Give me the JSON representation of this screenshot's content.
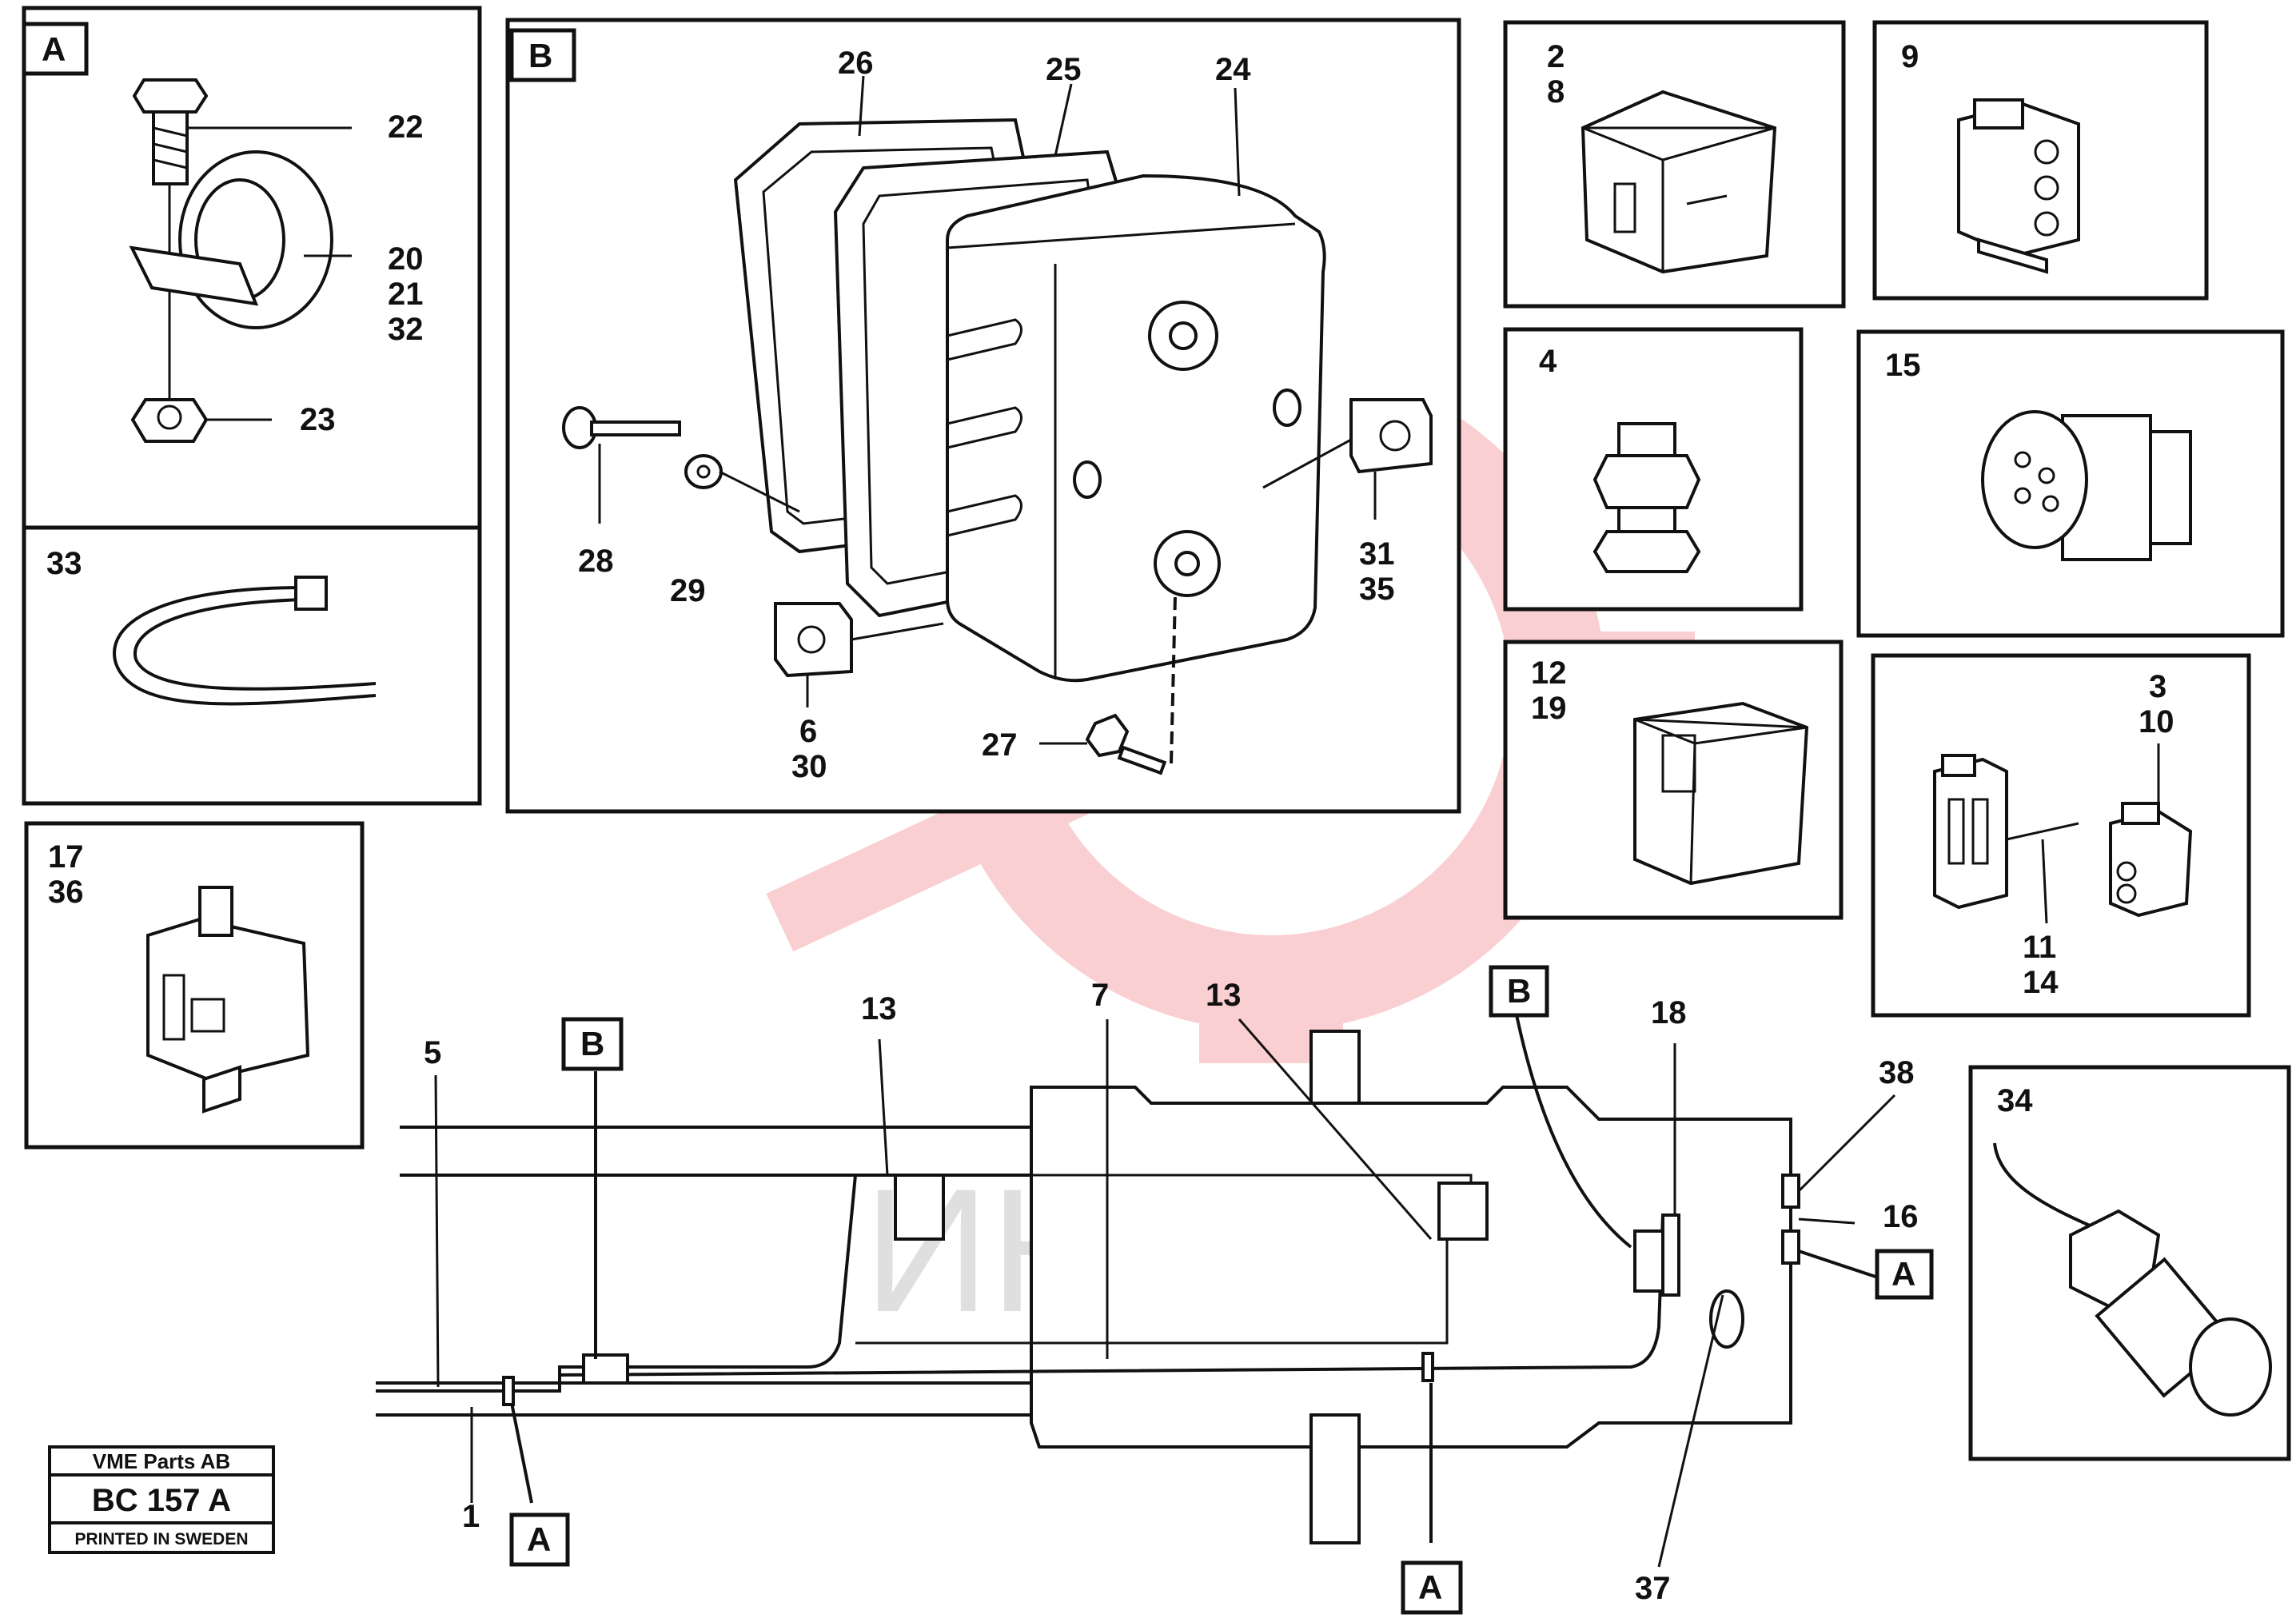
{
  "watermark": {
    "text": "ИНТЕХ",
    "color": "#e8282d"
  },
  "detail_tags": {
    "a": "A",
    "b": "B"
  },
  "callouts": {
    "n1": "1",
    "n2_8": [
      "2",
      "8"
    ],
    "n3_10": [
      "3",
      "10"
    ],
    "n4": "4",
    "n5": "5",
    "n6_30": [
      "6",
      "30"
    ],
    "n7": "7",
    "n9": "9",
    "n11_14": [
      "11",
      "14"
    ],
    "n12_19": [
      "12",
      "19"
    ],
    "n13": "13",
    "n15": "15",
    "n16": "16",
    "n17_36": [
      "17",
      "36"
    ],
    "n18": "18",
    "n20_21_32": [
      "20",
      "21",
      "32"
    ],
    "n22": "22",
    "n23": "23",
    "n24": "24",
    "n25": "25",
    "n26": "26",
    "n27": "27",
    "n28": "28",
    "n29": "29",
    "n31_35": [
      "31",
      "35"
    ],
    "n33": "33",
    "n34": "34",
    "n37": "37",
    "n38": "38"
  },
  "stamp": {
    "company": "VME Parts AB",
    "code": "BC 157 A",
    "printed": "PRINTED IN SWEDEN"
  }
}
